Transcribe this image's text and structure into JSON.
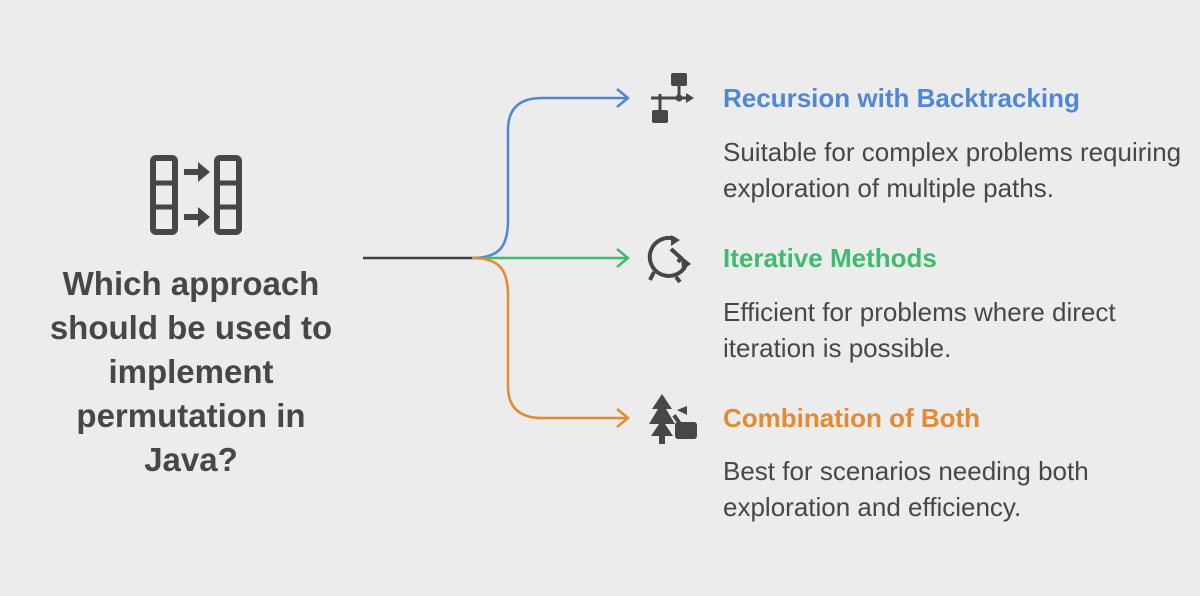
{
  "question": "Which approach should be used to implement permutation in Java?",
  "main_icon": "array-swap-icon",
  "options": [
    {
      "title": "Recursion with Backtracking",
      "description": "Suitable for complex problems requiring exploration of multiple paths.",
      "color": "#4f87d8",
      "icon": "branching-flowchart-icon"
    },
    {
      "title": "Iterative Methods",
      "description": "Efficient for problems where direct iteration is possible.",
      "color": "#3ebc6e",
      "icon": "cycle-arrows-icon"
    },
    {
      "title": "Combination of Both",
      "description": "Best for scenarios needing both exploration and efficiency.",
      "color": "#e38a33",
      "icon": "tree-and-axe-icon"
    }
  ],
  "colors": {
    "background": "#ececec",
    "text": "#474747",
    "connector": "#3f3f3f"
  }
}
